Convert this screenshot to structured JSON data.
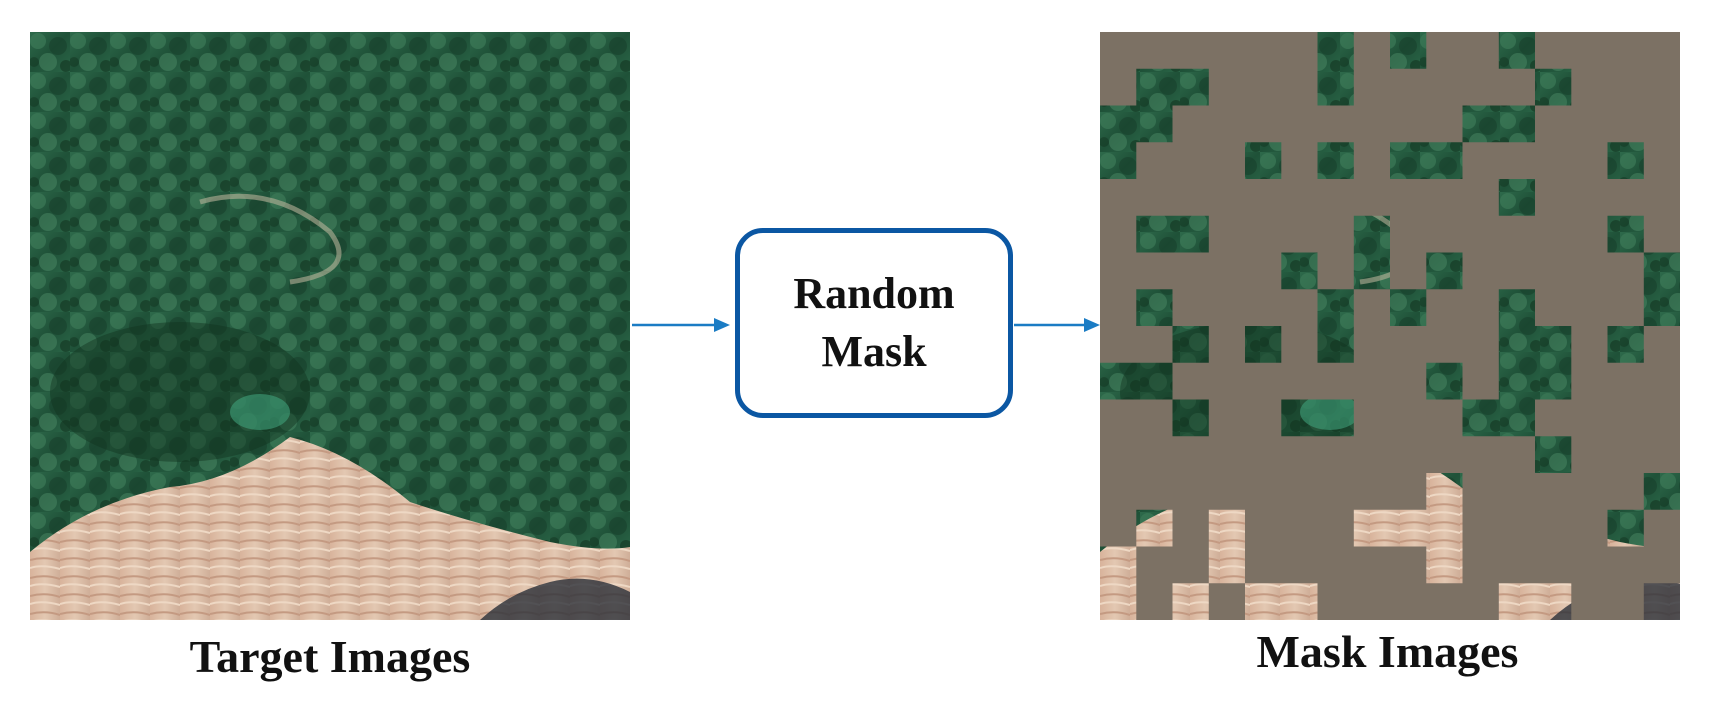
{
  "left_panel": {
    "caption": "Target Images"
  },
  "process": {
    "line1": "Random",
    "line2": "Mask"
  },
  "right_panel": {
    "caption": "Mask Images"
  },
  "colors": {
    "mask_fill": "#7c7164",
    "arrow": "#1b7cc4",
    "box_border": "#0b57a3",
    "forest_dark": "#173f2c",
    "forest_mid": "#2f6a4c",
    "forest_light": "#4e8a6a",
    "ground": "#d9b49a"
  }
}
